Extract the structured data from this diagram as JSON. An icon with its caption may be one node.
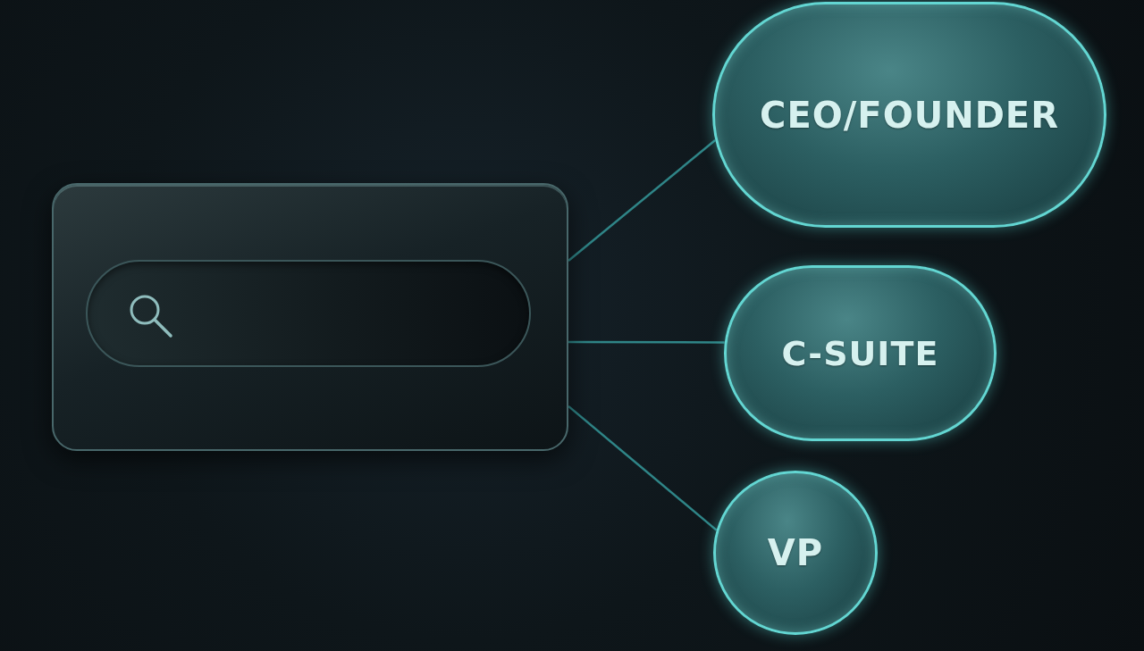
{
  "diagram": {
    "nodes": [
      {
        "text": [],
        "shape": "box"
      },
      {
        "text": [
          "CEO/FOUNDER"
        ]
      },
      {
        "text": [
          "C-SUITE"
        ]
      },
      {
        "text": [
          "VP"
        ]
      }
    ],
    "edges": [
      {
        "from": 0,
        "to": 1,
        "arrow": "none"
      },
      {
        "from": 0,
        "to": 2,
        "arrow": "none"
      },
      {
        "from": 0,
        "to": 3,
        "arrow": "none"
      }
    ]
  }
}
